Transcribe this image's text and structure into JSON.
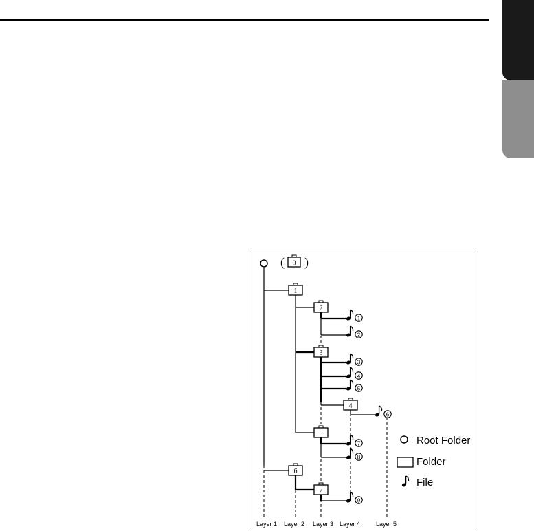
{
  "diagram": {
    "root_marker": "0",
    "folders": [
      "1",
      "2",
      "3",
      "4",
      "5",
      "6",
      "7"
    ],
    "files": [
      "1",
      "2",
      "3",
      "4",
      "5",
      "6",
      "7",
      "8",
      "9"
    ],
    "legend": {
      "root": "Root Folder",
      "folder": "Folder",
      "file": "File"
    },
    "layers": [
      "Layer 1",
      "Layer 2",
      "Layer 3",
      "Layer 4",
      "Layer 5"
    ]
  }
}
